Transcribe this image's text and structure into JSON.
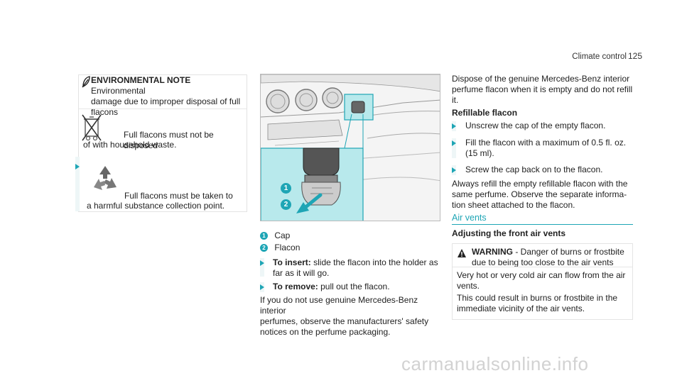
{
  "header": {
    "section": "Climate control",
    "page": "125"
  },
  "environment_note": {
    "icon": "environment-leaf-icon",
    "heading": "ENVIRONMENTAL NOTE",
    "text_line1": " Environmental",
    "text_line2": "damage due to improper disposal of full",
    "text_line3": "flacons",
    "bin_line1": "Full flacons must not be disposed",
    "bin_line2": "of with household waste.",
    "recycle_line1": "Full flacons must be taken to",
    "recycle_line2": "a harmful substance collection point."
  },
  "figure": {
    "callouts": [
      {
        "number": "1",
        "label": "Cap"
      },
      {
        "number": "2",
        "label": "Flacon"
      }
    ]
  },
  "middle": {
    "step1_bold": "To insert:",
    "step1_line1": " slide the flacon into the holder as",
    "step1_line2": "far as it will go.",
    "step2_bold": "To remove:",
    "step2_text": " pull out the flacon.",
    "para_line1": "If you do not use genuine Mercedes-Benz interior",
    "para_line2": "perfumes, observe the manufacturers' safety",
    "para_line3": "notices on the perfume packaging."
  },
  "right": {
    "dispose_line1": "Dispose of the genuine Mercedes-Benz interior",
    "dispose_line2": "perfume flacon when it is empty and do not refill",
    "dispose_line3": "it.",
    "refill_heading": "Refillable flacon",
    "step1": "Unscrew the cap of the empty flacon.",
    "step2_line1": "Fill the flacon with a maximum of 0.5 fl. oz.",
    "step2_line2": "(15 ml).",
    "step3": "Screw the cap back on to the flacon.",
    "always_line1": "Always refill the empty refillable flacon with the",
    "always_line2": "same perfume. Observe the separate informa-",
    "always_line3": "tion sheet attached to the flacon.",
    "section_title": "Air vents",
    "sub_heading": "Adjusting the front air vents",
    "warning_bold": "WARNING",
    "warning_line1": " - Danger of burns or frostbite",
    "warning_line2": "due to being too close to the air vents",
    "warn_para1_line1": "Very hot or very cold air can flow from the air",
    "warn_para1_line2": "vents.",
    "warn_para2_line1": "This could result in burns or frostbite in the",
    "warn_para2_line2": "immediate vicinity of the air vents."
  },
  "watermark": "carmanualsonline.info",
  "colors": {
    "accent": "#1ea5b5",
    "highlight_fill": "#b8e9ec"
  }
}
